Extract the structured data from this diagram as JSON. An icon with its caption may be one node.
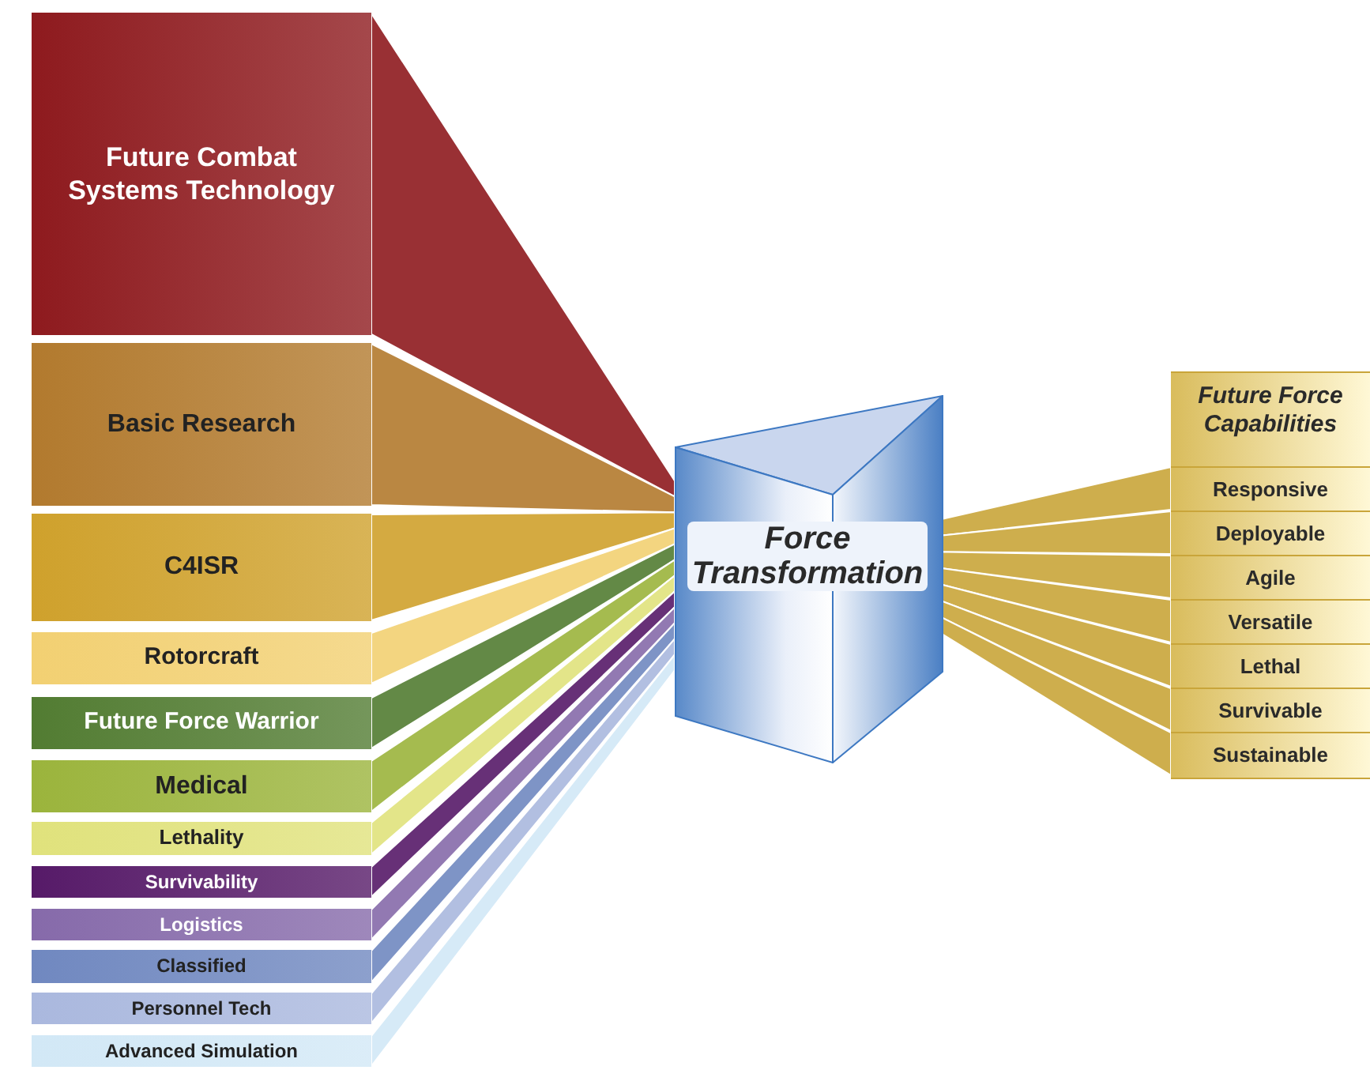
{
  "diagram": {
    "nodes": [
      {
        "text": [
          "Future Combat Systems Technology"
        ]
      },
      {
        "text": [
          "Basic Research"
        ]
      },
      {
        "text": [
          "C4ISR"
        ]
      },
      {
        "text": [
          "Rotorcraft"
        ]
      },
      {
        "text": [
          "Future Force Warrior"
        ]
      },
      {
        "text": [
          "Medical"
        ]
      },
      {
        "text": [
          "Lethality"
        ]
      },
      {
        "text": [
          "Survivability"
        ]
      },
      {
        "text": [
          "Logistics"
        ]
      },
      {
        "text": [
          "Classified"
        ]
      },
      {
        "text": [
          "Personnel Tech"
        ]
      },
      {
        "text": [
          "Advanced Simulation"
        ]
      },
      {
        "text": [
          "Force Transformation"
        ]
      },
      {
        "text": [
          "Future Force Capabilities"
        ]
      },
      {
        "text": [
          "Responsive"
        ],
        "in": 13
      },
      {
        "text": [
          "Deployable"
        ],
        "in": 13
      },
      {
        "text": [
          "Agile"
        ],
        "in": 13
      },
      {
        "text": [
          "Versatile"
        ],
        "in": 13
      },
      {
        "text": [
          "Lethal"
        ],
        "in": 13
      },
      {
        "text": [
          "Survivable"
        ],
        "in": 13
      },
      {
        "text": [
          "Sustainable"
        ],
        "in": 13
      }
    ],
    "edges": [
      {
        "from": 0,
        "to": 12,
        "arrow": "none",
        "color": "#8e1a1e"
      },
      {
        "from": 1,
        "to": 12,
        "arrow": "none",
        "color": "#b27a2e"
      },
      {
        "from": 2,
        "to": 12,
        "arrow": "none",
        "color": "#cfa12c"
      },
      {
        "from": 3,
        "to": 12,
        "arrow": "none",
        "color": "#f2d072"
      },
      {
        "from": 4,
        "to": 12,
        "arrow": "none",
        "color": "#527c32"
      },
      {
        "from": 5,
        "to": 12,
        "arrow": "none",
        "color": "#9bb43c"
      },
      {
        "from": 6,
        "to": 12,
        "arrow": "none",
        "color": "#e0e27c"
      },
      {
        "from": 7,
        "to": 12,
        "arrow": "none",
        "color": "#561a68"
      },
      {
        "from": 8,
        "to": 12,
        "arrow": "none",
        "color": "#866aaa"
      },
      {
        "from": 9,
        "to": 12,
        "arrow": "none",
        "color": "#7088c0"
      },
      {
        "from": 10,
        "to": 12,
        "arrow": "none",
        "color": "#aab8de"
      },
      {
        "from": 11,
        "to": 12,
        "arrow": "none",
        "color": "#d2e8f6"
      },
      {
        "from": 12,
        "to": 14,
        "arrow": "none",
        "color": "#c9a53a"
      },
      {
        "from": 12,
        "to": 15,
        "arrow": "none",
        "color": "#c9a53a"
      },
      {
        "from": 12,
        "to": 16,
        "arrow": "none",
        "color": "#c9a53a"
      },
      {
        "from": 12,
        "to": 17,
        "arrow": "none",
        "color": "#c9a53a"
      },
      {
        "from": 12,
        "to": 18,
        "arrow": "none",
        "color": "#c9a53a"
      },
      {
        "from": 12,
        "to": 19,
        "arrow": "none",
        "color": "#c9a53a"
      },
      {
        "from": 12,
        "to": 20,
        "arrow": "none",
        "color": "#c9a53a"
      }
    ]
  }
}
